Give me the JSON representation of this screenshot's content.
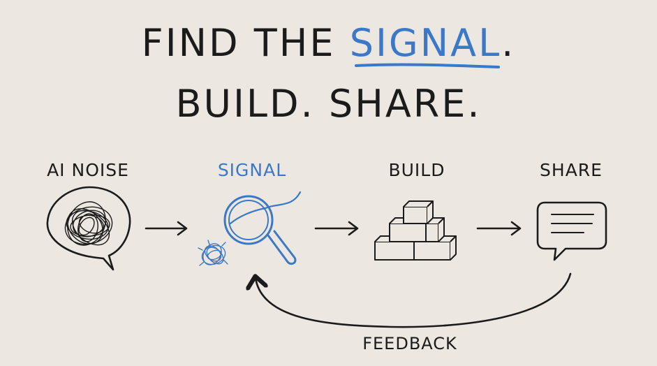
{
  "headline": {
    "line1_prefix": "FIND THE ",
    "line1_highlight": "SIGNAL",
    "line1_suffix": ".",
    "line2": "BUILD. SHARE."
  },
  "stages": [
    {
      "label": "AI NOISE",
      "icon": "noise-speech-bubble-icon"
    },
    {
      "label": "SIGNAL",
      "icon": "magnifying-glass-icon"
    },
    {
      "label": "BUILD",
      "icon": "stacked-blocks-icon"
    },
    {
      "label": "SHARE",
      "icon": "speech-bubble-lines-icon"
    }
  ],
  "feedback": {
    "label": "FEEDBACK"
  },
  "colors": {
    "background": "#ece8e1",
    "ink": "#1b1b1b",
    "accent": "#3b78c8"
  }
}
